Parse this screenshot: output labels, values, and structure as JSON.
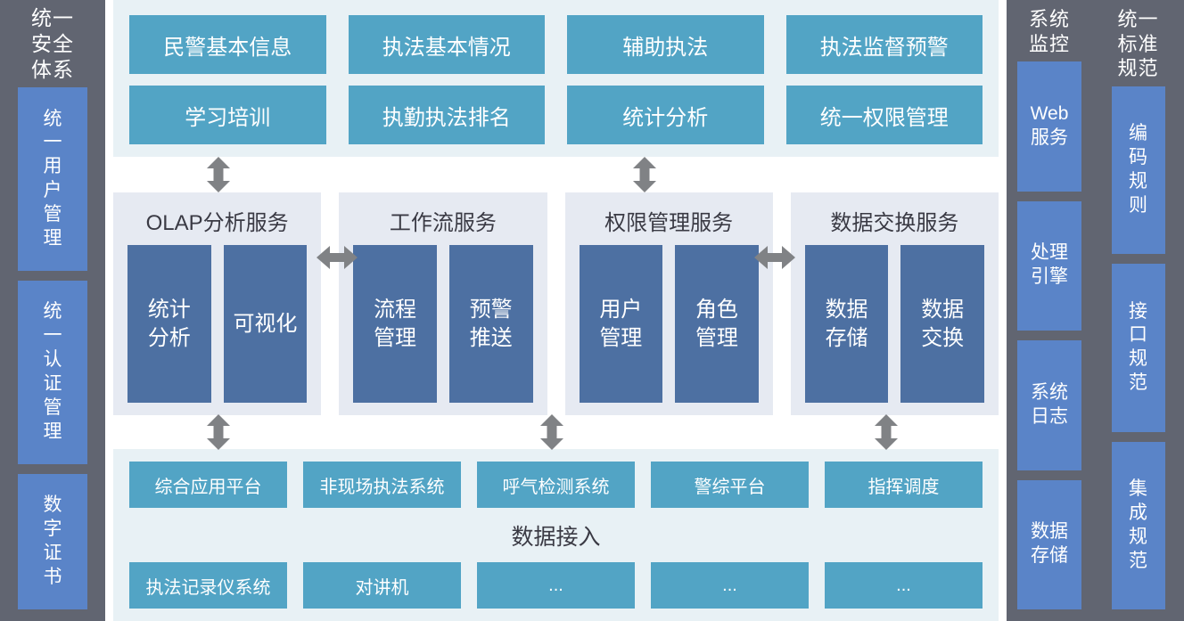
{
  "left_column": {
    "title": "统一\n安全\n体系",
    "boxes": [
      {
        "label": "统\n一\n用\n户\n管\n理"
      },
      {
        "label": "统\n一\n认\n证\n管\n理"
      },
      {
        "label": "数\n字\n证\n书"
      }
    ]
  },
  "application_layer": {
    "boxes": [
      "民警基本信息",
      "执法基本情况",
      "辅助执法",
      "执法监督预警",
      "学习培训",
      "执勤执法排名",
      "统计分析",
      "统一权限管理"
    ]
  },
  "service_layer": {
    "panels": [
      {
        "title": "OLAP分析服务",
        "items": [
          "统计\n分析",
          "可视化"
        ]
      },
      {
        "title": "工作流服务",
        "items": [
          "流程\n管理",
          "预警\n推送"
        ]
      },
      {
        "title": "权限管理服务",
        "items": [
          "用户\n管理",
          "角色\n管理"
        ]
      },
      {
        "title": "数据交换服务",
        "items": [
          "数据\n存储",
          "数据\n交换"
        ]
      }
    ]
  },
  "data_layer": {
    "label": "数据接入",
    "row1": [
      "综合应用平台",
      "非现场执法系统",
      "呼气检测系统",
      "警综平台",
      "指挥调度"
    ],
    "row2": [
      "执法记录仪系统",
      "对讲机",
      "...",
      "...",
      "..."
    ]
  },
  "monitor_column": {
    "title": "系统\n监控",
    "boxes": [
      {
        "label": "Web\n服务"
      },
      {
        "label": "处理\n引擎"
      },
      {
        "label": "系统\n日志"
      },
      {
        "label": "数据\n存储"
      }
    ]
  },
  "standard_column": {
    "title": "统一\n标准\n规范",
    "boxes": [
      {
        "label": "编\n码\n规\n则"
      },
      {
        "label": "接\n口\n规\n范"
      },
      {
        "label": "集\n成\n规\n范"
      }
    ]
  },
  "colors": {
    "sidebar_bg": "#616571",
    "sidebar_box": "#5a84c8",
    "teal_box": "#52a4c5",
    "blue_box": "#4d70a2",
    "band_light": "#e8f1f5",
    "panel_bg": "#e6eaf2",
    "arrow": "#808285"
  }
}
